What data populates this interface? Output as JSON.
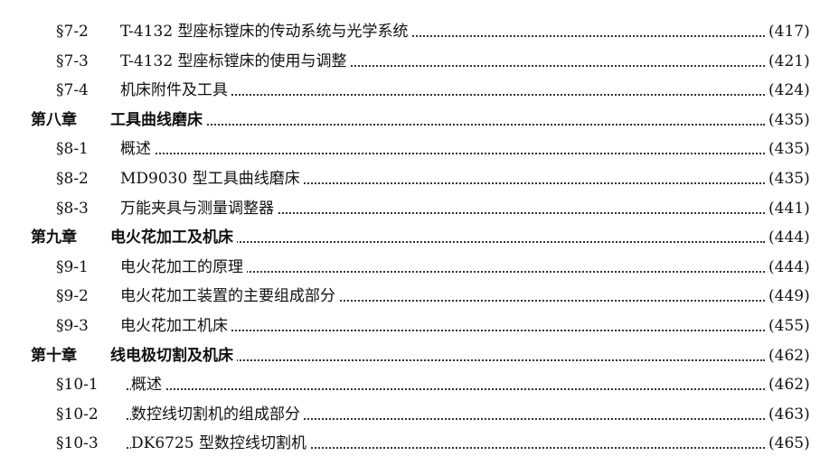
{
  "toc": {
    "rows": [
      {
        "num": "§7-2",
        "title": "T-4132 型座标镗床的传动系统与光学系统",
        "page": "(417)"
      },
      {
        "num": "§7-3",
        "title": "T-4132 型座标镗床的使用与调整",
        "page": "(421)"
      },
      {
        "num": "§7-4",
        "title": "机床附件及工具",
        "page": "(424)"
      },
      {
        "num": "第八章",
        "title": "工具曲线磨床",
        "page": "(435)"
      },
      {
        "num": "§8-1",
        "title": "概述",
        "page": "(435)"
      },
      {
        "num": "§8-2",
        "title": "MD9030 型工具曲线磨床",
        "page": "(435)"
      },
      {
        "num": "§8-3",
        "title": "万能夹具与测量调整器",
        "page": "(441)"
      },
      {
        "num": "第九章",
        "title": "电火花加工及机床",
        "page": "(444)"
      },
      {
        "num": "§9-1",
        "title": "电火花加工的原理",
        "page": "(444)"
      },
      {
        "num": "§9-2",
        "title": "电火花加工装置的主要组成部分",
        "page": "(449)"
      },
      {
        "num": "§9-3",
        "title": "电火花加工机床",
        "page": "(455)"
      },
      {
        "num": "第十章",
        "title": "线电极切割及机床",
        "page": "(462)"
      },
      {
        "num": "§10-1",
        "title": "概述",
        "page": "(462)"
      },
      {
        "num": "§10-2",
        "title": "数控线切割机的组成部分",
        "page": "(463)"
      },
      {
        "num": "§10-3",
        "title": "DK6725 型数控线切割机",
        "page": "(465)"
      }
    ]
  }
}
